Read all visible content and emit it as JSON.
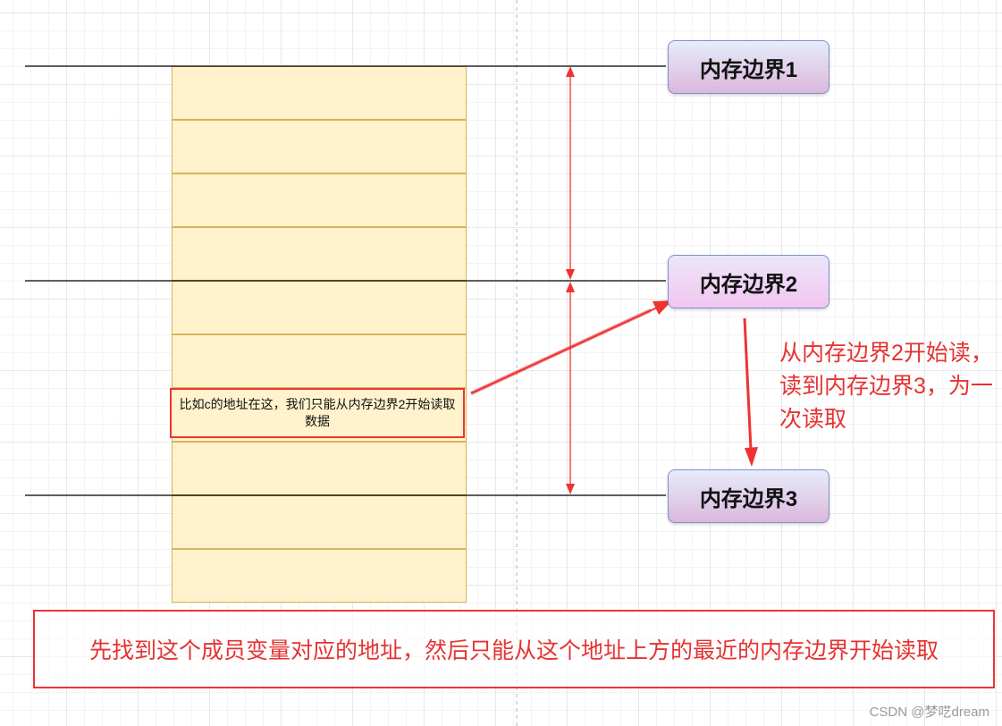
{
  "boundaries": [
    {
      "label": "内存边界1"
    },
    {
      "label": "内存边界2"
    },
    {
      "label": "内存边界3"
    }
  ],
  "memory_cells": 10,
  "address_note": "比如c的地址在这，我们只能从内存边界2开始读取数据",
  "read_note": "从内存边界2开始读，读到内存边界3，为一次读取",
  "bottom_note": "先找到这个成员变量对应的地址，然后只能从这个地址上方的最近的内存边界开始读取",
  "watermark": "CSDN @梦呓dream",
  "colors": {
    "cell_fill": "#fff2cc",
    "cell_border": "#d6b656",
    "highlight_red": "#e63232",
    "label_border": "#7b91c9"
  }
}
